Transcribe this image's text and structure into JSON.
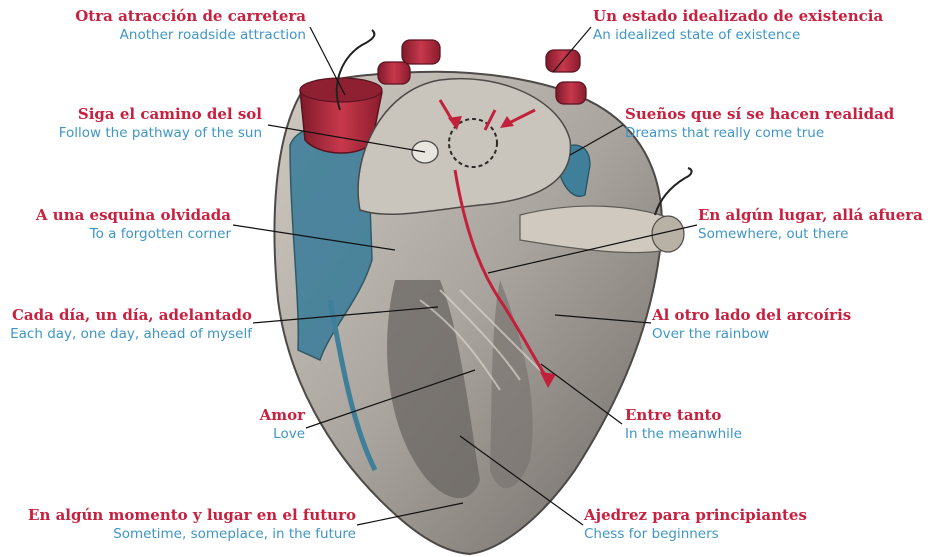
{
  "colors": {
    "spanish": "#c8203f",
    "english": "#3f96c6",
    "leader": "#111111",
    "tissue": "#b9b3aa",
    "tissue_dark": "#5b5753",
    "artery": "#b5283c",
    "vein": "#3f7f9a",
    "arrow": "#c3203c"
  },
  "labels": [
    {
      "id": "otra-atraccion",
      "es": "Otra atracción de carretera",
      "en": "Another roadside attraction"
    },
    {
      "id": "siga-el-camino",
      "es": "Siga el camino del sol",
      "en": "Follow the pathway of the sun"
    },
    {
      "id": "esquina-olvidada",
      "es": "A una esquina olvidada",
      "en": "To a forgotten corner"
    },
    {
      "id": "cada-dia",
      "es": "Cada día, un día, adelantado",
      "en": "Each day, one day, ahead of myself"
    },
    {
      "id": "amor",
      "es": "Amor",
      "en": "Love"
    },
    {
      "id": "algun-momento",
      "es": "En algún momento y lugar en el futuro",
      "en": "Sometime, someplace, in the future"
    },
    {
      "id": "estado-idealizado",
      "es": "Un estado idealizado de existencia",
      "en": "An idealized state of existence"
    },
    {
      "id": "suenos",
      "es": "Sueños que sí se hacen realidad",
      "en": "Dreams that really come true"
    },
    {
      "id": "algun-lugar",
      "es": "En algún lugar, allá afuera",
      "en": "Somewhere, out there"
    },
    {
      "id": "otro-lado",
      "es": "Al otro lado del arcoíris",
      "en": "Over the rainbow"
    },
    {
      "id": "entre-tanto",
      "es": "Entre tanto",
      "en": "In the meanwhile"
    },
    {
      "id": "ajedrez",
      "es": "Ajedrez para principiantes",
      "en": "Chess for beginners"
    }
  ]
}
